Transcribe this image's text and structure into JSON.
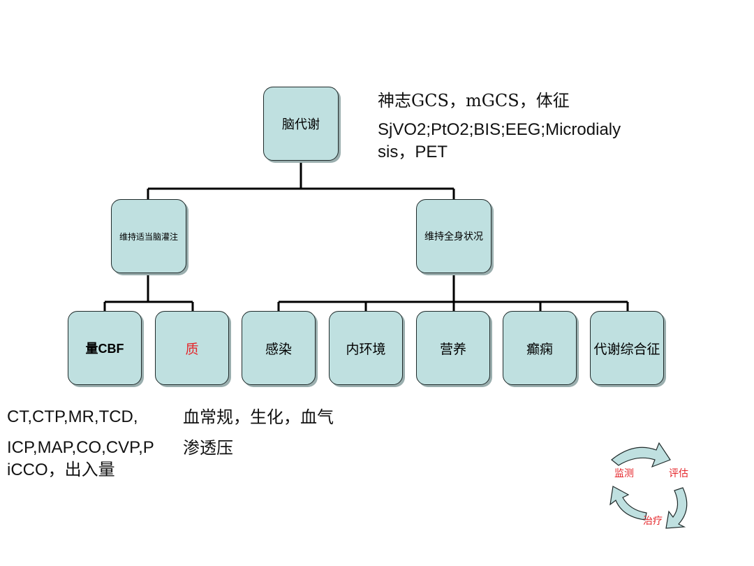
{
  "tree": {
    "root": {
      "label": "脑代谢"
    },
    "branches": [
      {
        "label": "维持适当脑灌注",
        "children": [
          {
            "label": "量CBF"
          },
          {
            "label": "质",
            "color": "#e5252a"
          }
        ]
      },
      {
        "label": "维持全身状况",
        "children": [
          {
            "label": "感染"
          },
          {
            "label": "内环境"
          },
          {
            "label": "营养"
          },
          {
            "label": "癫痫"
          },
          {
            "label": "代谢综合征"
          }
        ]
      }
    ]
  },
  "notes": {
    "top_line1": "神志GCS，mGCS，体征",
    "top_line2a": "SjVO2;PtO2;BIS;EEG;Microdialy",
    "top_line2b": "sis，PET",
    "left_line1": "CT,CTP,MR,TCD,",
    "left_line2": "ICP,MAP,CO,CVP,P",
    "left_line3": "iCCO，出入量",
    "mid_line1": "血常规，生化，血气",
    "mid_line2": "渗透压"
  },
  "cycle": {
    "items": [
      "监测",
      "评估",
      "治疗"
    ],
    "arrow_fill": "#bfe0e0",
    "text_color": "#e5252a"
  },
  "colors": {
    "box_fill": "#bfe0e0",
    "box_stroke": "#1f2a2a",
    "highlight": "#e5252a"
  }
}
